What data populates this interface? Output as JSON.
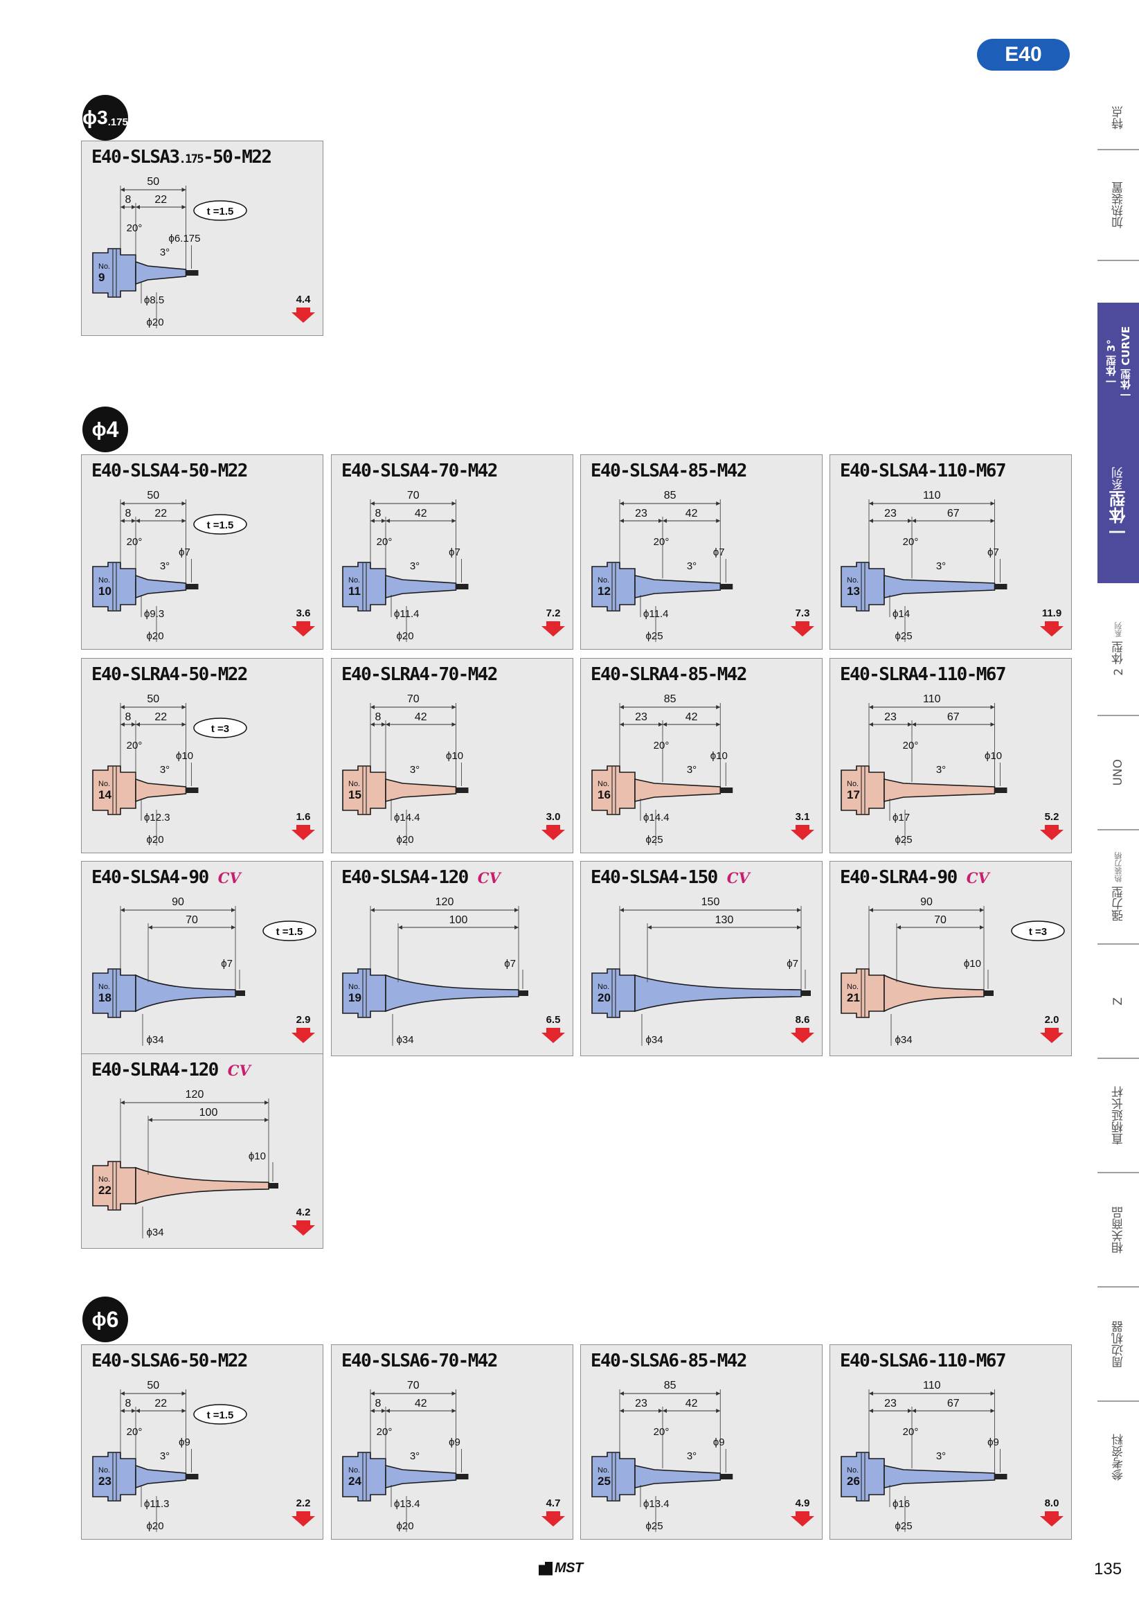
{
  "header": {
    "series_badge": "E40"
  },
  "sections": [
    {
      "id": "s3175",
      "phi": "ϕ",
      "main": "3",
      "suffix": ".175"
    },
    {
      "id": "s4",
      "phi": "ϕ",
      "main": "4",
      "suffix": ""
    },
    {
      "id": "s6",
      "phi": "ϕ",
      "main": "6",
      "suffix": ""
    }
  ],
  "colors": {
    "blue_holder": "#9aaedf",
    "pink_holder": "#eabfae",
    "outline": "#1a1a1a",
    "panel_bg": "#e9e9ea",
    "weight_arrow": "#e3252d",
    "badge": "#1d5fb8",
    "cv": "#c81e6e",
    "nav_active": "#4e4a9c"
  },
  "products": [
    {
      "id": "p9",
      "model": "E40-SLSA3",
      "model_sub": ".175",
      "model_rest": "-50-M22",
      "cv": "",
      "color": "blue",
      "shape": "straight",
      "no_label": "No.",
      "no": "9",
      "dims": {
        "total": "50",
        "d8": "8",
        "d22": "22",
        "angle20": "20°",
        "angle3": "3°"
      },
      "t": "t =1.5",
      "tip": "ϕ6.175",
      "neck": "ϕ8.5",
      "base": "ϕ20",
      "weight": "4.4"
    },
    {
      "id": "p10",
      "model": "E40-SLSA4-50-M22",
      "model_sub": "",
      "model_rest": "",
      "cv": "",
      "color": "blue",
      "shape": "straight",
      "no_label": "No.",
      "no": "10",
      "dims": {
        "total": "50",
        "d8": "8",
        "d22": "22",
        "angle20": "20°",
        "angle3": "3°"
      },
      "t": "t =1.5",
      "tip": "ϕ7",
      "neck": "ϕ9.3",
      "base": "ϕ20",
      "weight": "3.6"
    },
    {
      "id": "p11",
      "model": "E40-SLSA4-70-M42",
      "model_sub": "",
      "model_rest": "",
      "cv": "",
      "color": "blue",
      "shape": "straight",
      "no_label": "No.",
      "no": "11",
      "dims": {
        "total": "70",
        "d8": "8",
        "d22": "42",
        "angle20": "20°",
        "angle3": "3°"
      },
      "t": "",
      "tip": "ϕ7",
      "neck": "ϕ11.4",
      "base": "ϕ20",
      "weight": "7.2"
    },
    {
      "id": "p12",
      "model": "E40-SLSA4-85-M42",
      "model_sub": "",
      "model_rest": "",
      "cv": "",
      "color": "blue",
      "shape": "straight",
      "no_label": "No.",
      "no": "12",
      "dims": {
        "total": "85",
        "d8": "23",
        "d22": "42",
        "angle20": "20°",
        "angle3": "3°"
      },
      "t": "",
      "tip": "ϕ7",
      "neck": "ϕ11.4",
      "base": "ϕ25",
      "weight": "7.3"
    },
    {
      "id": "p13",
      "model": "E40-SLSA4-110-M67",
      "model_sub": "",
      "model_rest": "",
      "cv": "",
      "color": "blue",
      "shape": "straight",
      "no_label": "No.",
      "no": "13",
      "dims": {
        "total": "110",
        "d8": "23",
        "d22": "67",
        "angle20": "20°",
        "angle3": "3°"
      },
      "t": "",
      "tip": "ϕ7",
      "neck": "ϕ14",
      "base": "ϕ25",
      "weight": "11.9"
    },
    {
      "id": "p14",
      "model": "E40-SLRA4-50-M22",
      "model_sub": "",
      "model_rest": "",
      "cv": "",
      "color": "pink",
      "shape": "straight",
      "no_label": "No.",
      "no": "14",
      "dims": {
        "total": "50",
        "d8": "8",
        "d22": "22",
        "angle20": "20°",
        "angle3": "3°"
      },
      "t": "t =3",
      "tip": "ϕ10",
      "neck": "ϕ12.3",
      "base": "ϕ20",
      "weight": "1.6"
    },
    {
      "id": "p15",
      "model": "E40-SLRA4-70-M42",
      "model_sub": "",
      "model_rest": "",
      "cv": "",
      "color": "pink",
      "shape": "straight",
      "no_label": "No.",
      "no": "15",
      "dims": {
        "total": "70",
        "d8": "8",
        "d22": "42",
        "angle20": "",
        "angle3": "3°"
      },
      "t": "",
      "tip": "ϕ10",
      "neck": "ϕ14.4",
      "base": "ϕ20",
      "weight": "3.0"
    },
    {
      "id": "p16",
      "model": "E40-SLRA4-85-M42",
      "model_sub": "",
      "model_rest": "",
      "cv": "",
      "color": "pink",
      "shape": "straight",
      "no_label": "No.",
      "no": "16",
      "dims": {
        "total": "85",
        "d8": "23",
        "d22": "42",
        "angle20": "20°",
        "angle3": "3°"
      },
      "t": "",
      "tip": "ϕ10",
      "neck": "ϕ14.4",
      "base": "ϕ25",
      "weight": "3.1"
    },
    {
      "id": "p17",
      "model": "E40-SLRA4-110-M67",
      "model_sub": "",
      "model_rest": "",
      "cv": "",
      "color": "pink",
      "shape": "straight",
      "no_label": "No.",
      "no": "17",
      "dims": {
        "total": "110",
        "d8": "23",
        "d22": "67",
        "angle20": "20°",
        "angle3": "3°"
      },
      "t": "",
      "tip": "ϕ10",
      "neck": "ϕ17",
      "base": "ϕ25",
      "weight": "5.2"
    },
    {
      "id": "p18",
      "model": "E40-SLSA4-90 ",
      "model_sub": "",
      "model_rest": "",
      "cv": "CV",
      "color": "blue",
      "shape": "curve",
      "no_label": "No.",
      "no": "18",
      "dims": {
        "total": "90",
        "d22": "70"
      },
      "t": "t =1.5",
      "tip": "ϕ7",
      "neck": "",
      "base": "ϕ34",
      "weight": "2.9"
    },
    {
      "id": "p19",
      "model": "E40-SLSA4-120 ",
      "model_sub": "",
      "model_rest": "",
      "cv": "CV",
      "color": "blue",
      "shape": "curve",
      "no_label": "No.",
      "no": "19",
      "dims": {
        "total": "120",
        "d22": "100"
      },
      "t": "",
      "tip": "ϕ7",
      "neck": "",
      "base": "ϕ34",
      "weight": "6.5"
    },
    {
      "id": "p20",
      "model": "E40-SLSA4-150 ",
      "model_sub": "",
      "model_rest": "",
      "cv": "CV",
      "color": "blue",
      "shape": "curve",
      "no_label": "No.",
      "no": "20",
      "dims": {
        "total": "150",
        "d22": "130"
      },
      "t": "",
      "tip": "ϕ7",
      "neck": "",
      "base": "ϕ34",
      "weight": "8.6"
    },
    {
      "id": "p21",
      "model": "E40-SLRA4-90 ",
      "model_sub": "",
      "model_rest": "",
      "cv": "CV",
      "color": "pink",
      "shape": "curve",
      "no_label": "No.",
      "no": "21",
      "dims": {
        "total": "90",
        "d22": "70"
      },
      "t": "t =3",
      "tip": "ϕ10",
      "neck": "",
      "base": "ϕ34",
      "weight": "2.0"
    },
    {
      "id": "p22",
      "model": "E40-SLRA4-120 ",
      "model_sub": "",
      "model_rest": "",
      "cv": "CV",
      "color": "pink",
      "shape": "curve",
      "no_label": "No.",
      "no": "22",
      "dims": {
        "total": "120",
        "d22": "100"
      },
      "t": "",
      "tip": "ϕ10",
      "neck": "",
      "base": "ϕ34",
      "weight": "4.2"
    },
    {
      "id": "p23",
      "model": "E40-SLSA6-50-M22",
      "model_sub": "",
      "model_rest": "",
      "cv": "",
      "color": "blue",
      "shape": "straight",
      "no_label": "No.",
      "no": "23",
      "dims": {
        "total": "50",
        "d8": "8",
        "d22": "22",
        "angle20": "20°",
        "angle3": "3°"
      },
      "t": "t =1.5",
      "tip": "ϕ9",
      "neck": "ϕ11.3",
      "base": "ϕ20",
      "weight": "2.2"
    },
    {
      "id": "p24",
      "model": "E40-SLSA6-70-M42",
      "model_sub": "",
      "model_rest": "",
      "cv": "",
      "color": "blue",
      "shape": "straight",
      "no_label": "No.",
      "no": "24",
      "dims": {
        "total": "70",
        "d8": "8",
        "d22": "42",
        "angle20": "20°",
        "angle3": "3°"
      },
      "t": "",
      "tip": "ϕ9",
      "neck": "ϕ13.4",
      "base": "ϕ20",
      "weight": "4.7"
    },
    {
      "id": "p25",
      "model": "E40-SLSA6-85-M42",
      "model_sub": "",
      "model_rest": "",
      "cv": "",
      "color": "blue",
      "shape": "straight",
      "no_label": "No.",
      "no": "25",
      "dims": {
        "total": "85",
        "d8": "23",
        "d22": "42",
        "angle20": "20°",
        "angle3": "3°"
      },
      "t": "",
      "tip": "ϕ9",
      "neck": "ϕ13.4",
      "base": "ϕ25",
      "weight": "4.9"
    },
    {
      "id": "p26",
      "model": "E40-SLSA6-110-M67",
      "model_sub": "",
      "model_rest": "",
      "cv": "",
      "color": "blue",
      "shape": "straight",
      "no_label": "No.",
      "no": "26",
      "dims": {
        "total": "110",
        "d8": "23",
        "d22": "67",
        "angle20": "20°",
        "angle3": "3°"
      },
      "t": "",
      "tip": "ϕ9",
      "neck": "ϕ16",
      "base": "ϕ25",
      "weight": "8.0"
    }
  ],
  "side_nav": [
    {
      "label": "特点"
    },
    {
      "label": "加热装置"
    },
    {
      "label": "一体型 3°",
      "label2": "一体型 CURVE"
    },
    {
      "label": "一体型",
      "small": "系列"
    },
    {
      "label": "2 体型",
      "small": "系列"
    },
    {
      "label": "UNO"
    },
    {
      "label": "强力型",
      "small": "热装刀柄"
    },
    {
      "label": "Z"
    },
    {
      "label": "直柄延长杆"
    },
    {
      "label": "相关商品"
    },
    {
      "label": "周边机器"
    },
    {
      "label": "参考资料"
    }
  ],
  "footer": {
    "logo": "MST",
    "page_number": "135"
  }
}
